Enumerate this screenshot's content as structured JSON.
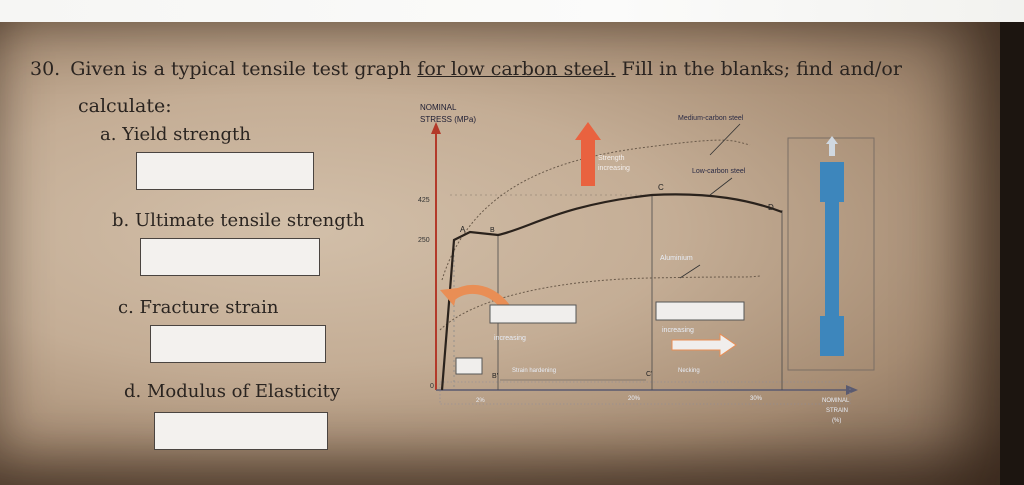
{
  "question": {
    "number": "30.",
    "text_before": "Given is a typical tensile test graph ",
    "text_underlined": "for low carbon steel.",
    "text_after": " Fill in the blanks; find and/or",
    "text_line2": "calculate:"
  },
  "items": [
    {
      "letter": "a.",
      "label": "Yield strength"
    },
    {
      "letter": "b.",
      "label": "Ultimate tensile strength"
    },
    {
      "letter": "c.",
      "label": "Fracture strain"
    },
    {
      "letter": "d.",
      "label": "Modulus of Elasticity"
    }
  ],
  "graph": {
    "y_axis_title_line1": "NOMINAL",
    "y_axis_title_line2": "STRESS (MPa)",
    "tick_425": "425",
    "tick_250": "250",
    "label_medium_carbon": "Medium-carbon steel",
    "label_low_carbon": "Low-carbon steel",
    "label_strength_1": "Strength",
    "label_strength_2": "increasing",
    "label_aluminium": "Aluminium",
    "label_increasing_left": "increasing",
    "label_increasing_right": "increasing",
    "point_A": "A",
    "point_B": "B",
    "point_C": "C",
    "point_D": "D",
    "point_O": "0",
    "point_B_prime": "B'",
    "point_C_prime": "C'",
    "label_strain_hardening": "Strain hardening",
    "label_necking": "Necking",
    "tick_2pct": "2%",
    "tick_20pct": "20%",
    "tick_30pct": "30%",
    "x_axis_title_line1": "NOMINAL",
    "x_axis_title_line2": "STRAIN",
    "x_axis_title_line3": "(%)"
  },
  "colors": {
    "curve": "#2a221c",
    "arrow_orange": "#e98e55",
    "specimen_blue": "#3d86bc",
    "axis_red": "#b33a2a"
  }
}
